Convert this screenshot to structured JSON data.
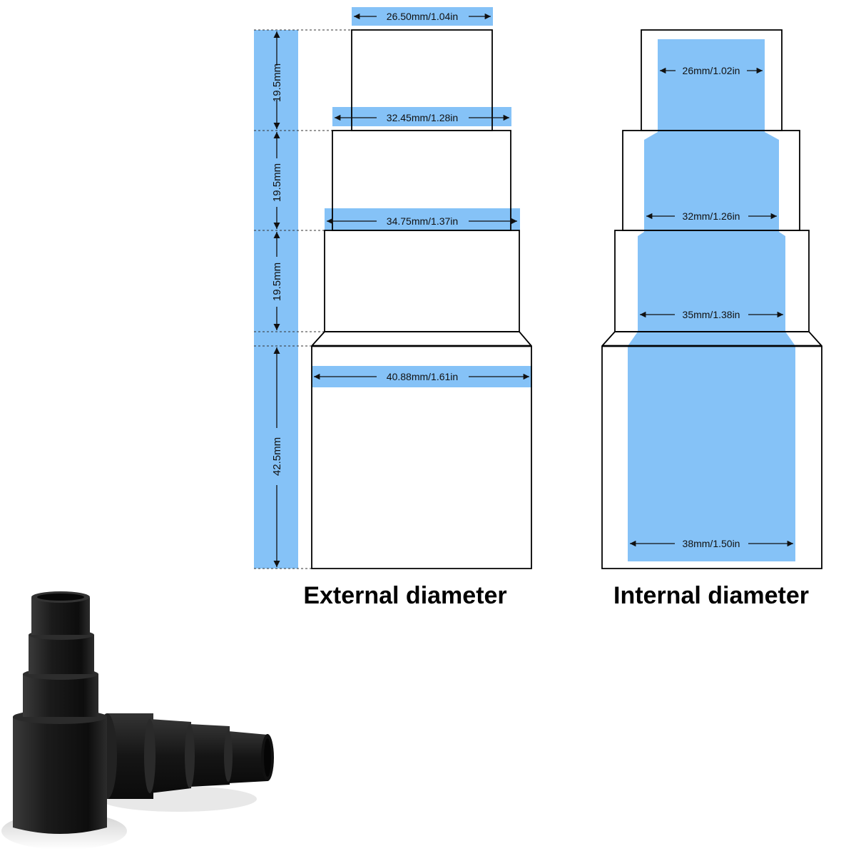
{
  "colors": {
    "highlight": "#85c2f7",
    "outline": "#000000",
    "adapter_body": "#1a1a1a"
  },
  "external": {
    "caption": "External diameter",
    "top_width": "26.50mm/1.04in",
    "step2_width": "32.45mm/1.28in",
    "step3_width": "34.75mm/1.37in",
    "base_width": "40.88mm/1.61in",
    "heights": [
      "19.5mm",
      "19.5mm",
      "19.5mm",
      "42.5mm"
    ]
  },
  "internal": {
    "caption": "Internal diameter",
    "top_width": "26mm/1.02in",
    "step2_width": "32mm/1.26in",
    "step3_width": "35mm/1.38in",
    "base_width": "38mm/1.50in"
  },
  "product_photo": {
    "subject": "black stepped vacuum hose adapters",
    "icon": "adapter-photo"
  }
}
